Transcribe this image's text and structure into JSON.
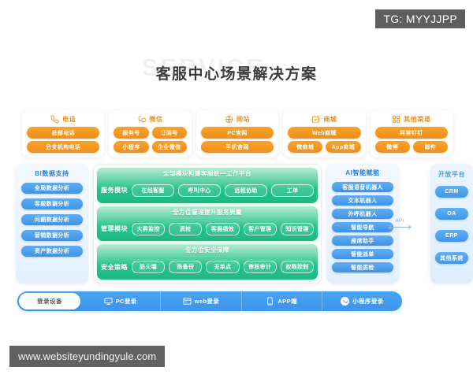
{
  "watermarks": {
    "tg": "TG: MYYJJPP",
    "site": "www.websiteyundingyule.com"
  },
  "header": {
    "ghost_word": "SERVICE",
    "title": "客服中心场景解决方案"
  },
  "channels": [
    {
      "icon": "phone-icon",
      "title": "电话",
      "rows": [
        [
          "总部电话"
        ],
        [
          "分支机构电话"
        ]
      ]
    },
    {
      "icon": "wechat-icon",
      "title": "微信",
      "rows": [
        [
          "服务号",
          "订阅号"
        ],
        [
          "小程序",
          "企业微信"
        ]
      ]
    },
    {
      "icon": "website-icon",
      "title": "网站",
      "rows": [
        [
          "PC官网"
        ],
        [
          "手机官网"
        ]
      ]
    },
    {
      "icon": "mall-icon",
      "title": "商城",
      "rows": [
        [
          "Web商城"
        ],
        [
          "微商城",
          "App商城"
        ]
      ]
    },
    {
      "icon": "other-channel-icon",
      "title": "其他渠道",
      "rows": [
        [
          "阿里钉钉"
        ],
        [
          "微博",
          "邮件"
        ]
      ]
    }
  ],
  "bi_panel": {
    "title": "BI数据支持",
    "items": [
      "全局数据分析",
      "客服数据分析",
      "问题数据分析",
      "营销数据分析",
      "资产数据分析"
    ]
  },
  "core_blocks": [
    {
      "caption": "全部模块构建客服统一工作平台",
      "label": "服务模块",
      "items": [
        "在线客服",
        "呼叫中心",
        "远程协助",
        "工单"
      ]
    },
    {
      "caption": "全方位管理提升服务质量",
      "label": "管理模块",
      "items": [
        "大屏监控",
        "质检",
        "客服绩效",
        "客户管理",
        "知识管理"
      ]
    },
    {
      "caption": "全方位安全保障",
      "label": "安全策略",
      "items": [
        "防火墙",
        "热备份",
        "无单点",
        "审核审计",
        "权限控制"
      ]
    }
  ],
  "ai_panel": {
    "title": "AI智能赋能",
    "items": [
      "客服语音机器人",
      "文本机器人",
      "外呼机器人",
      "智能导航",
      "座席助手",
      "智能派单",
      "智能质检"
    ]
  },
  "api_link": {
    "label": "API"
  },
  "open_platform": {
    "title": "开放平台",
    "items": [
      "CRM",
      "OA",
      "ERP",
      "其他系统"
    ]
  },
  "login_bar": {
    "chip_label": "登录设备",
    "items": [
      {
        "icon": "monitor-icon",
        "label": "PC登录"
      },
      {
        "icon": "browser-icon",
        "label": "web登录"
      },
      {
        "icon": "mobile-icon",
        "label": "APP端"
      },
      {
        "icon": "miniprogram-icon",
        "label": "小程序登录"
      }
    ]
  },
  "colors": {
    "orange": "#ee8d1b",
    "blue": "#3f96e9",
    "green": "#1dba85",
    "title_gray": "#3b3b3b"
  }
}
